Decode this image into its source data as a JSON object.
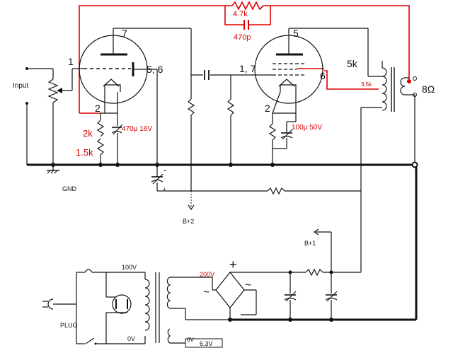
{
  "labels": {
    "input": "Input",
    "gnd": "GND",
    "plug": "PLUG",
    "b2": "B+2",
    "b1": "B+1",
    "v100": "100V",
    "v0_primary": "0V",
    "v0_secondary": "0V",
    "v200": "200V",
    "v63": "6.3V",
    "plus": "+",
    "minus": "-",
    "small_plus": "+",
    "tilde_left": "~",
    "tilde_right": "~",
    "ohm8": "8Ω",
    "out_5k": "5k",
    "tap_35k": "3.5k"
  },
  "tube1": {
    "pin_grid": "1",
    "pin_plate": "7",
    "pin_cathode": "2",
    "pin_screen": "5, 6"
  },
  "tube2": {
    "pin_grid": "1, 7",
    "pin_plate": "5",
    "pin_cathode": "2",
    "pin_screen": "6"
  },
  "feedback": {
    "resistor": "4.7k",
    "capacitor": "470p"
  },
  "cathode1": {
    "r_upper": "2k",
    "r_lower": "1.5k",
    "cap": "470μ 16V"
  },
  "cathode2": {
    "cap": "100μ 50V"
  },
  "colors": {
    "wire": "#111111",
    "annotation_red": "#d40000"
  }
}
